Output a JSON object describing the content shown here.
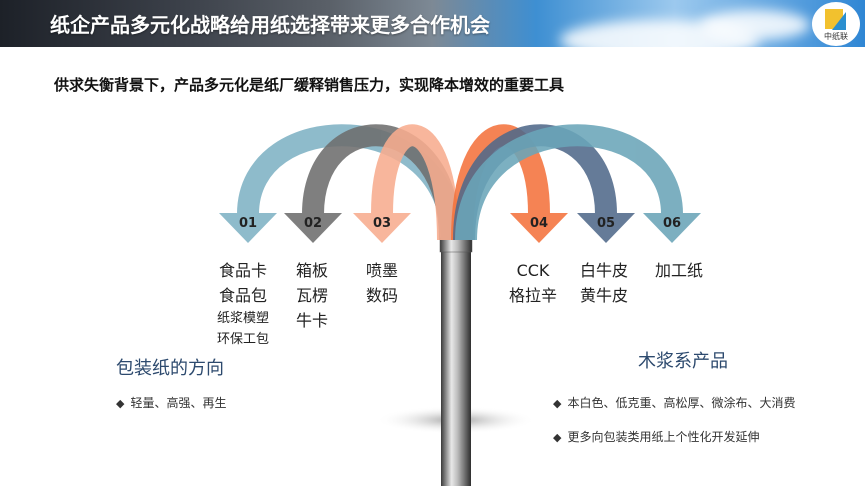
{
  "header": {
    "title": "纸企产品多元化战略给用纸选择带来更多合作机会",
    "logo_text": "中纸联"
  },
  "subtitle": "供求失衡背景下，产品多元化是纸厂缓释销售压力，实现降本增效的重要工具",
  "arrows": [
    {
      "number": "01",
      "color": "#7fb2c4",
      "items": [
        "食品卡",
        "食品包",
        "纸浆模塑",
        "环保工包"
      ]
    },
    {
      "number": "02",
      "color": "#6e6e6e",
      "items": [
        "箱板",
        "瓦楞",
        "牛卡"
      ]
    },
    {
      "number": "03",
      "color": "#f8ad8f",
      "items": [
        "喷墨",
        "数码"
      ]
    },
    {
      "number": "04",
      "color": "#f4733d",
      "items": [
        "CCK",
        "格拉辛"
      ]
    },
    {
      "number": "05",
      "color": "#50698a",
      "items": [
        "白牛皮",
        "黄牛皮"
      ]
    },
    {
      "number": "06",
      "color": "#6aa5b8",
      "items": [
        "加工纸"
      ]
    }
  ],
  "left_section": {
    "title": "包装纸的方向",
    "bullets": [
      "轻量、高强、再生"
    ]
  },
  "right_section": {
    "title": "木浆系产品",
    "bullets": [
      "本白色、低克重、高松厚、微涂布、大消费",
      "更多向包装类用纸上个性化开发延伸"
    ]
  },
  "bullet_glyph": "◆"
}
